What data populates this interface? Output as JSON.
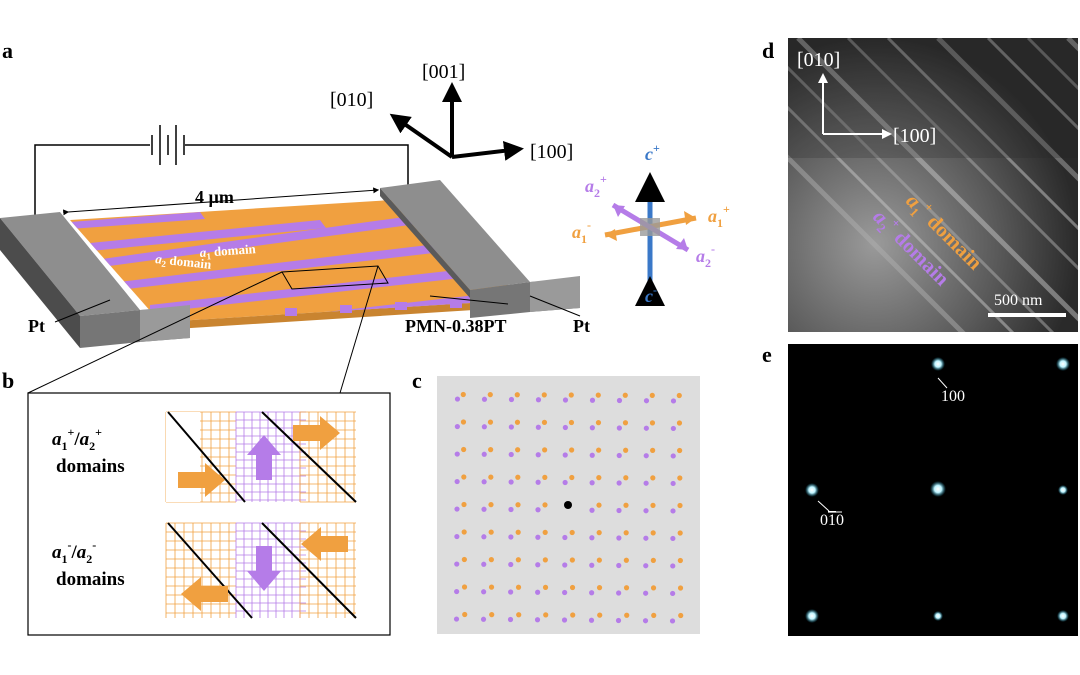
{
  "panels": {
    "a": {
      "label": "a",
      "width_label": "4 µm",
      "a1_domain_label": "a",
      "a1_domain_sub": "1",
      "a1_domain_word": " domain",
      "a2_domain_label": "a",
      "a2_domain_sub": "2",
      "a2_domain_word": " domain",
      "pt_left": "Pt",
      "pt_right": "Pt",
      "material": "PMN-0.38PT",
      "axis_001": "[001]",
      "axis_010": "[010]",
      "axis_100": "[100]",
      "polar": {
        "c_plus": "c",
        "c_plus_sup": "+",
        "c_minus": "c",
        "c_minus_sup": "-",
        "a1_plus": "a",
        "a1_plus_sub": "1",
        "a1_plus_sup": "+",
        "a1_minus": "a",
        "a1_minus_sub": "1",
        "a1_minus_sup": "-",
        "a2_plus": "a",
        "a2_plus_sub": "2",
        "a2_plus_sup": "+",
        "a2_minus": "a",
        "a2_minus_sub": "2",
        "a2_minus_sup": "-"
      }
    },
    "b": {
      "label": "b",
      "row1_line1_a1": "a",
      "row1_line1_sub1": "1",
      "row1_line1_sup1": "+",
      "row1_line1_slash": "/",
      "row1_line1_a2": "a",
      "row1_line1_sub2": "2",
      "row1_line1_sup2": "+",
      "row1_line2": "domains",
      "row2_line1_a1": "a",
      "row2_line1_sub1": "1",
      "row2_line1_sup1": "-",
      "row2_line1_slash": "/",
      "row2_line1_a2": "a",
      "row2_line1_sub2": "2",
      "row2_line1_sup2": "-",
      "row2_line2": "domains"
    },
    "c": {
      "label": "c"
    },
    "d": {
      "label": "d",
      "axis_010": "[010]",
      "axis_100": "[100]",
      "a1_label": "a",
      "a1_sub": "1",
      "a1_sup": "+",
      "a1_word": " domain",
      "a2_label": "a",
      "a2_sub": "2",
      "a2_sup": "+",
      "a2_word": " domain",
      "scale_bar": "500 nm"
    },
    "e": {
      "label": "e",
      "spot_100": "100",
      "spot_010_a": "0",
      "spot_010_b": "1",
      "spot_010_c": "0"
    }
  },
  "colors": {
    "orange": "#f0a040",
    "purple": "#b57ce8",
    "blue": "#3a78c8",
    "pt_gray": "#707070",
    "panel_c_bg": "#dddddd"
  }
}
